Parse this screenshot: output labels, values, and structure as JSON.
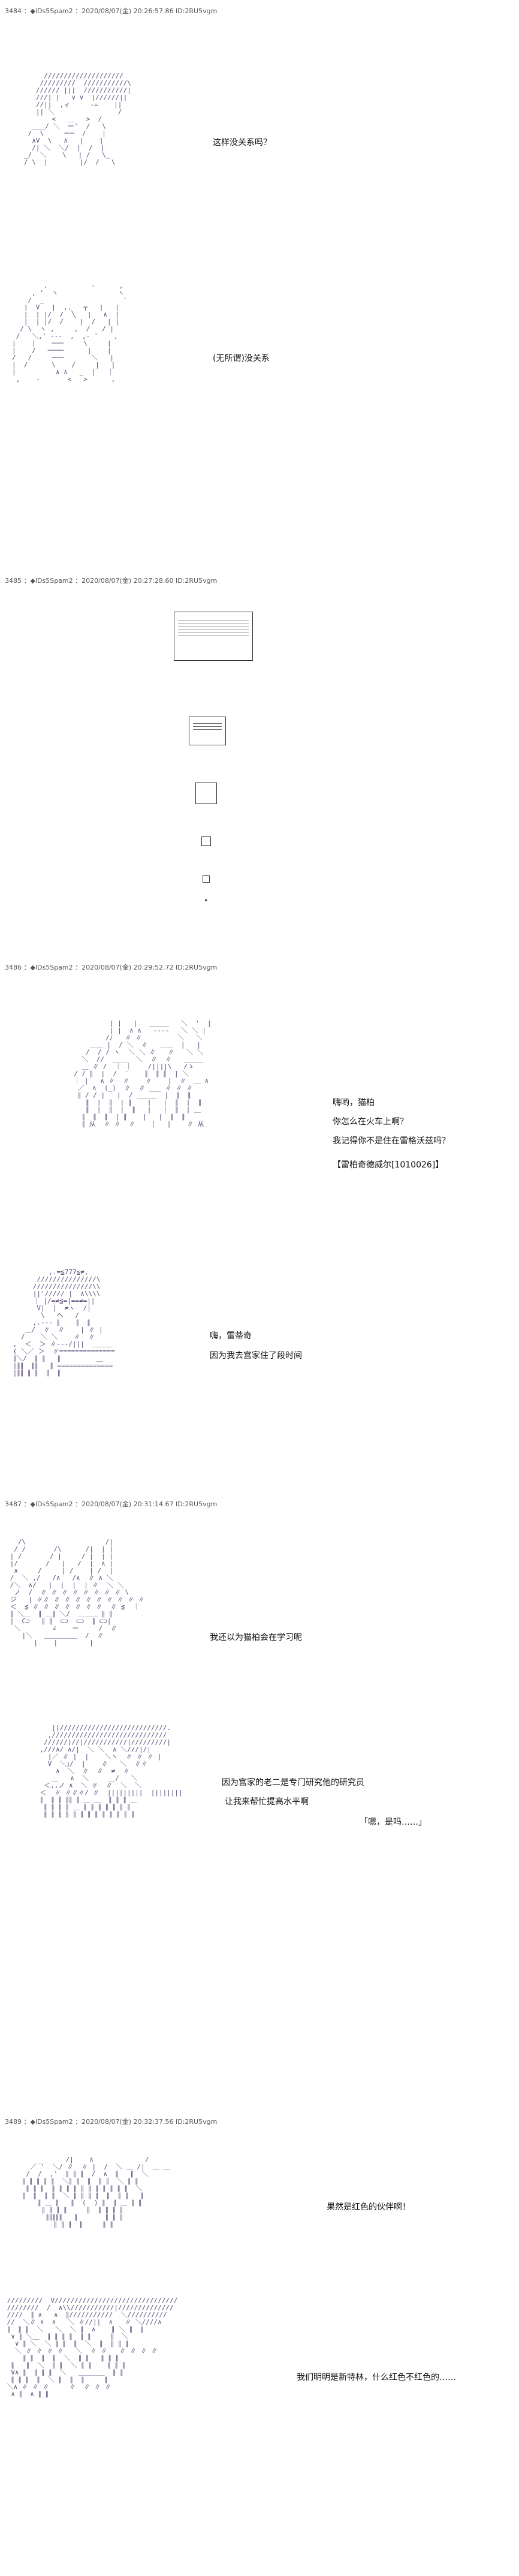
{
  "posts": [
    {
      "header": "3484 ：◆lDs5Spam2 ：2020/08/07(金) 20:26:57.86 ID:2RU5vgm",
      "lines": [
        "这样没关系吗？",
        "(无所谓)没关系"
      ]
    },
    {
      "header": "3485 ：◆lDs5Spam2 ：2020/08/07(金) 20:27:28.60 ID:2RU5vgm",
      "lines": []
    },
    {
      "header": "3486 ：◆lDs5Spam2 ：2020/08/07(金) 20:29:52.72 ID:2RU5vgm",
      "lines": [
        "嗨哟，猫柏",
        "你怎么在火车上啊？",
        "我记得你不是住在雷格沃兹吗？",
        "【雷柏奇德威尔[1010026]】",
        "嗨，雷蒂奇",
        "因为我去宫家住了段时间"
      ]
    },
    {
      "header": "3487 ：◆lDs5Spam2 ：2020/08/07(金) 20:31:14.67 ID:2RU5vgm",
      "lines": [
        "我还以为猫柏会在学习呢",
        "因为宫家的老二是专门研究他的研究员",
        "让我来帮忙提高水平啊",
        "「嗯，是吗……」"
      ]
    },
    {
      "header": "3489 ：◆lDs5Spam2 ：2020/08/07(金) 20:32:37.56 ID:2RU5vgm",
      "lines": [
        "果然是红色的伙伴啊！",
        "我们明明是新特林，什么红色不红色的……"
      ]
    }
  ]
}
